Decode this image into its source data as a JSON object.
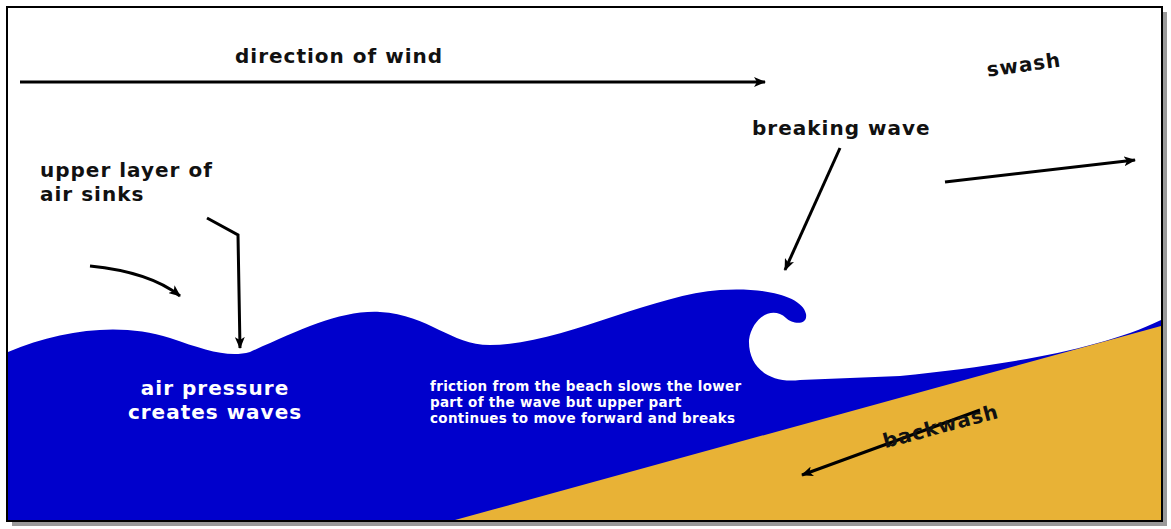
{
  "diagram": {
    "labels": [
      "direction of wind",
      "upper layer of air sinks",
      "breaking wave",
      "swash",
      "air pressure creates waves",
      "friction from the beach slows the lower part of the wave but upper part continues to move forward and breaks",
      "backwash"
    ]
  }
}
